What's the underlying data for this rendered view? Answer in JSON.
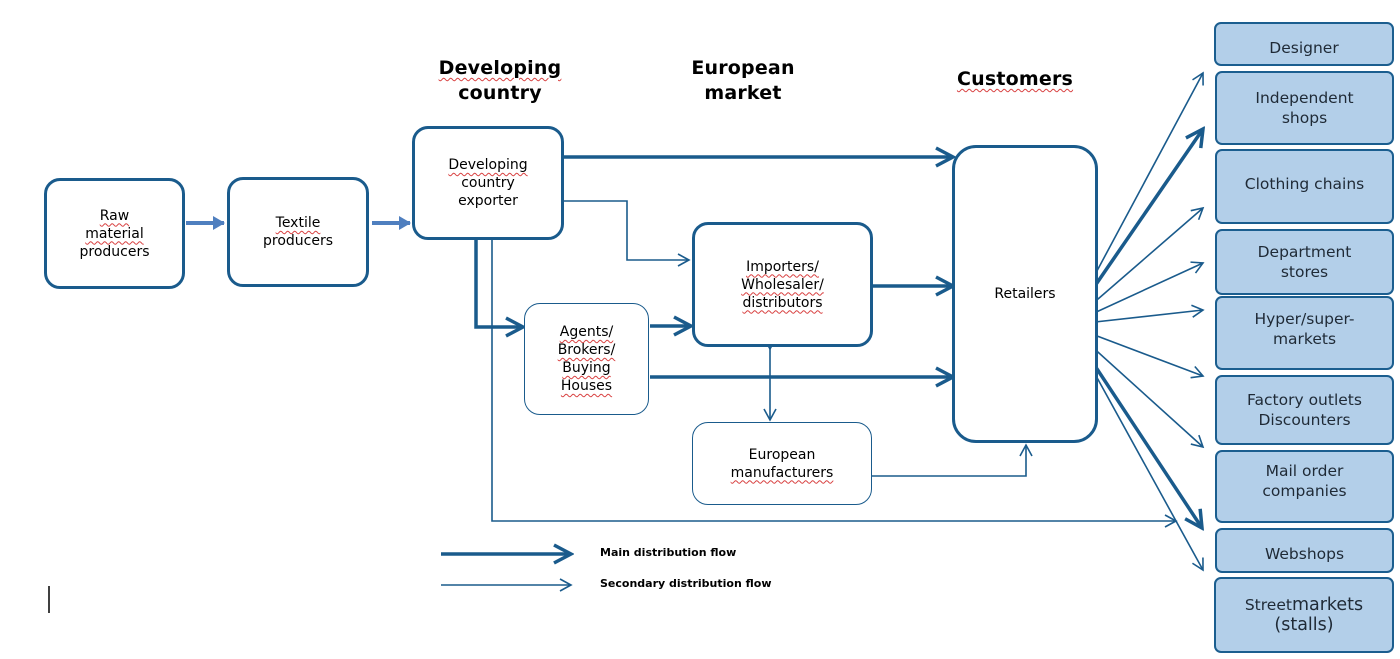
{
  "headers": {
    "developing": [
      "Developing",
      "country"
    ],
    "european": [
      "European",
      "market"
    ],
    "customers": "Customers"
  },
  "nodes": {
    "raw": [
      "Raw",
      "material",
      "producers"
    ],
    "textile": [
      "Textile",
      "producers"
    ],
    "exporter": [
      "Developing",
      "country",
      "exporter"
    ],
    "importers": [
      "Importers/",
      "Wholesaler/",
      "distributors"
    ],
    "agents": [
      "Agents/",
      "Brokers/",
      "Buying",
      "Houses"
    ],
    "european_mfr": [
      "European",
      "manufacturers"
    ],
    "retailers": "Retailers"
  },
  "channels": {
    "designer": "Designer",
    "independent": [
      "Independent",
      "shops"
    ],
    "clothing": "Clothing chains",
    "department": [
      "Department",
      "stores"
    ],
    "hyper": [
      "Hyper/super-",
      "markets"
    ],
    "factory": [
      "Factory outlets",
      "Discounters"
    ],
    "mailorder": [
      "Mail order",
      "companies"
    ],
    "webshops": "Webshops",
    "street": [
      "Street",
      "markets",
      "(stalls)"
    ]
  },
  "legend": {
    "main": "Main distribution flow",
    "secondary": "Secondary distribution flow"
  },
  "colors": {
    "flow": "#1a5b8c",
    "small_arrow": "#4f7fbf",
    "channel_fill": "#b3cfe9"
  }
}
